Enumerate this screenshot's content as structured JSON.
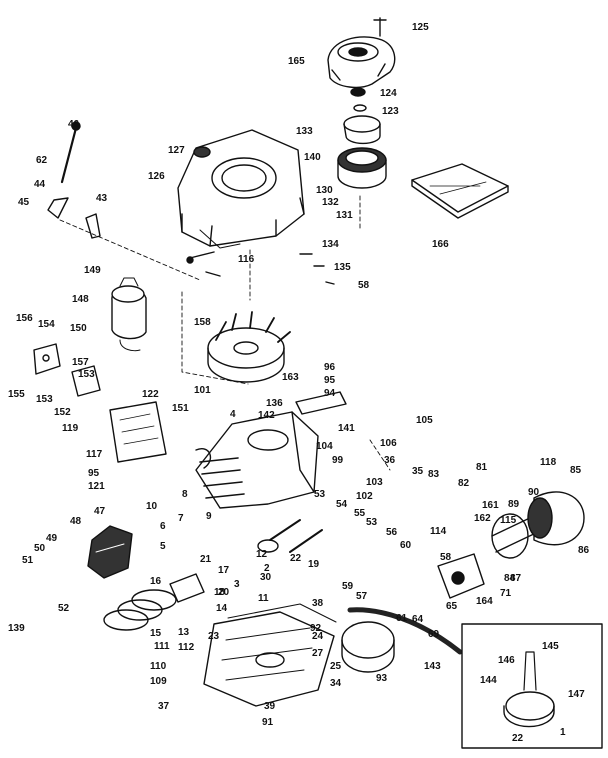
{
  "labels": [
    "125",
    "165",
    "124",
    "123",
    "133",
    "140",
    "166",
    "127",
    "126",
    "130",
    "132",
    "131",
    "46",
    "62",
    "44",
    "45",
    "43",
    "116",
    "134",
    "135",
    "58",
    "149",
    "148",
    "156",
    "154",
    "150",
    "158",
    "96",
    "95",
    "94",
    "163",
    "101",
    "4",
    "142",
    "136",
    "141",
    "155",
    "153",
    "157",
    "153",
    "152",
    "122",
    "119",
    "151",
    "117",
    "95",
    "121",
    "105",
    "106",
    "104",
    "99",
    "36",
    "35",
    "103",
    "102",
    "53",
    "54",
    "55",
    "53",
    "56",
    "60",
    "58",
    "81",
    "82",
    "83",
    "161",
    "162",
    "114",
    "118",
    "85",
    "89",
    "90",
    "115",
    "86",
    "87",
    "84",
    "71",
    "164",
    "65",
    "64",
    "61",
    "69",
    "59",
    "57",
    "48",
    "50",
    "49",
    "51",
    "52",
    "139",
    "10",
    "8",
    "6",
    "7",
    "9",
    "5",
    "47",
    "16",
    "17",
    "15",
    "14",
    "18",
    "21",
    "20",
    "3",
    "30",
    "12",
    "2",
    "19",
    "22",
    "38",
    "11",
    "13",
    "112",
    "111",
    "110",
    "109",
    "37",
    "23",
    "24",
    "27",
    "25",
    "34",
    "39",
    "91",
    "92",
    "93",
    "143",
    "144",
    "146",
    "145",
    "147",
    "22",
    "1"
  ]
}
